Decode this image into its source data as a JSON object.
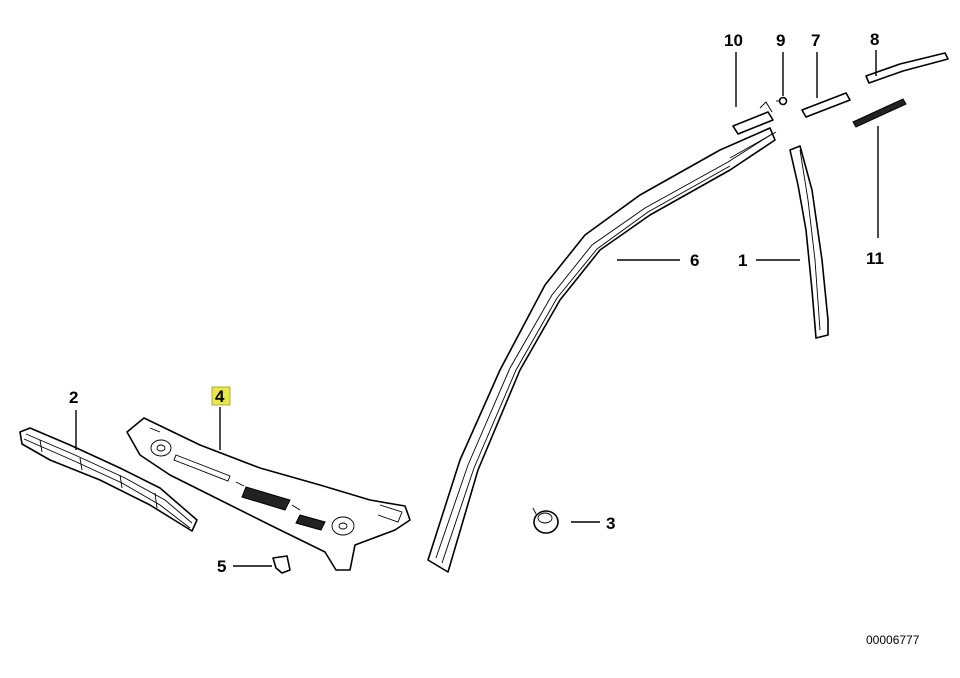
{
  "diagram": {
    "part_numbers": {
      "p1": "1",
      "p2": "2",
      "p3": "3",
      "p4": "4",
      "p5": "5",
      "p6": "6",
      "p7": "7",
      "p8": "8",
      "p9": "9",
      "p10": "10",
      "p11": "11"
    },
    "highlighted_part": "4",
    "highlight_color": "#e8e84a",
    "reference_code": "00006777"
  }
}
